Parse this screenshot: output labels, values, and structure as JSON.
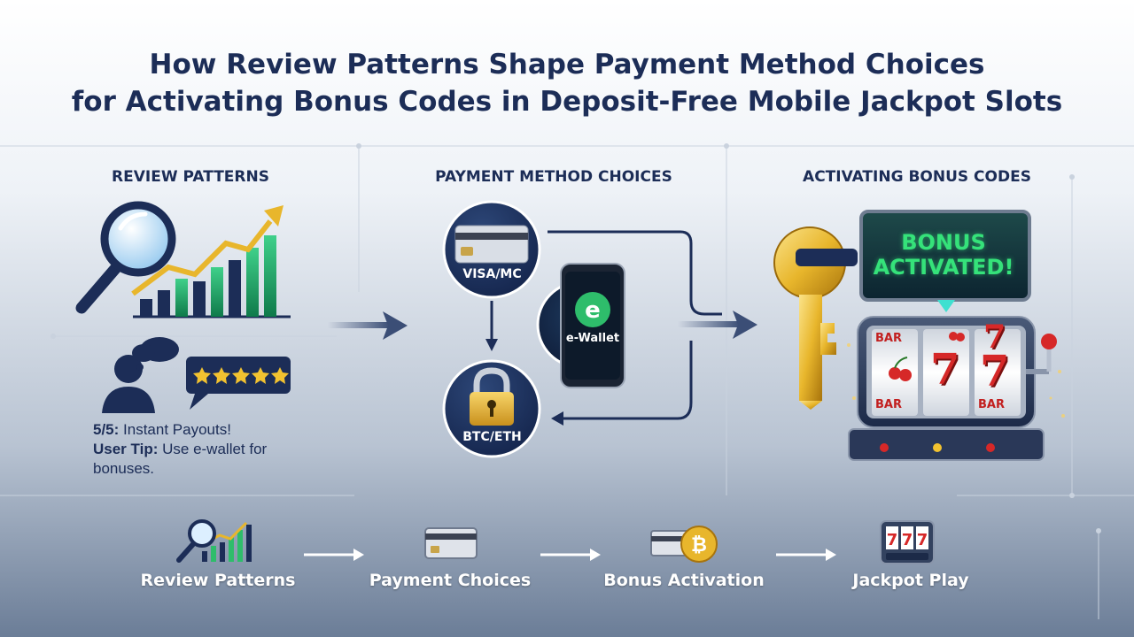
{
  "title": {
    "line1": "How Review Patterns Shape Payment Method Choices",
    "line2": "for Activating Bonus Codes in Deposit-Free Mobile Jackpot Slots"
  },
  "sections": {
    "review": {
      "heading": "REVIEW PATTERNS"
    },
    "payment": {
      "heading": "PAYMENT METHOD CHOICES"
    },
    "bonus": {
      "heading": "ACTIVATING BONUS CODES"
    }
  },
  "review_text": {
    "rating_label": "5/5:",
    "rating_text": "Instant Payouts!",
    "tip_label": "User Tip:",
    "tip_text": "Use e-wallet for bonuses."
  },
  "payment_methods": {
    "card": "VISA/MC",
    "wallet": "e-Wallet",
    "crypto": "BTC/ETH"
  },
  "bonus_screen": {
    "line1": "BONUS",
    "line2": "ACTIVATED!"
  },
  "slot_symbols": {
    "bar": "BAR",
    "seven": "7"
  },
  "flow": {
    "step1": "Review Patterns",
    "step2": "Payment Choices",
    "step3": "Bonus Activation",
    "step4": "Jackpot Play"
  },
  "colors": {
    "navy": "#1c2d57",
    "green": "#2ebd6b",
    "gold": "#e8b62c",
    "red": "#d62828",
    "star": "#f2c230"
  }
}
